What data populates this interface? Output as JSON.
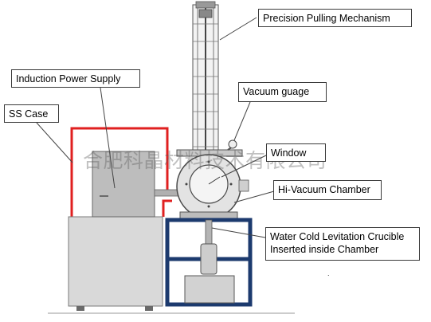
{
  "labels": {
    "precision_pulling": "Precision Pulling Mechanism",
    "induction_power": "Induction Power Supply",
    "ss_case": "SS Case",
    "vacuum_gauge": "Vacuum guage",
    "window": "Window",
    "hi_vacuum": "Hi-Vacuum Chamber",
    "crucible_line1": "Water Cold Levitation Crucible",
    "crucible_line2": "Inserted inside Chamber"
  },
  "watermark": "合肥科晶材料技术有限公司",
  "small_mark": ".",
  "colors": {
    "case_outline": "#e02020",
    "stand_frame": "#1c3a6e",
    "cabinet": "#d6d6d6",
    "power_box": "#bcbcbc",
    "chamber": "#e4e4e4"
  }
}
